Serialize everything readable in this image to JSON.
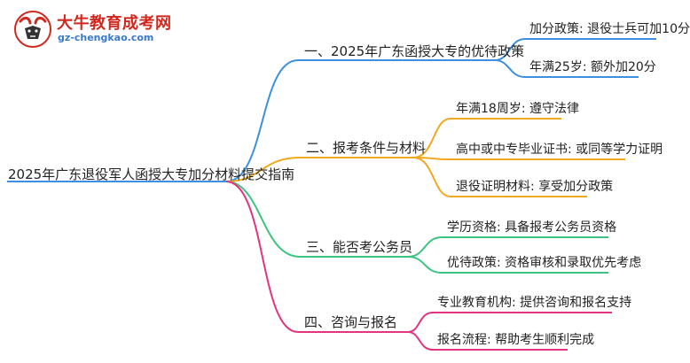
{
  "logo": {
    "title": "大牛教育成考网",
    "url": "gz-chengkao.com"
  },
  "root": {
    "label": "2025年广东退役军人函授大专加分材料提交指南"
  },
  "branches": [
    {
      "label": "一、2025年广东函授大专的优待政策",
      "color": "#3d8fe0",
      "children": [
        {
          "label": "加分政策: 退役士兵可加10分"
        },
        {
          "label": "年满25岁: 额外加20分"
        }
      ]
    },
    {
      "label": "二、报考条件与材料",
      "color": "#f0a91e",
      "children": [
        {
          "label": "年满18周岁: 遵守法律"
        },
        {
          "label": "高中或中专毕业证书: 或同等学力证明"
        },
        {
          "label": "退役证明材料: 享受加分政策"
        }
      ]
    },
    {
      "label": "三、能否考公务员",
      "color": "#3cc47f",
      "children": [
        {
          "label": "学历资格: 具备报考公务员资格"
        },
        {
          "label": "优待政策: 资格审核和录取优先考虑"
        }
      ]
    },
    {
      "label": "四、咨询与报名",
      "color": "#e3347d",
      "children": [
        {
          "label": "专业教育机构: 提供咨询和报名支持"
        },
        {
          "label": "报名流程: 帮助考生顺利完成"
        }
      ]
    }
  ]
}
